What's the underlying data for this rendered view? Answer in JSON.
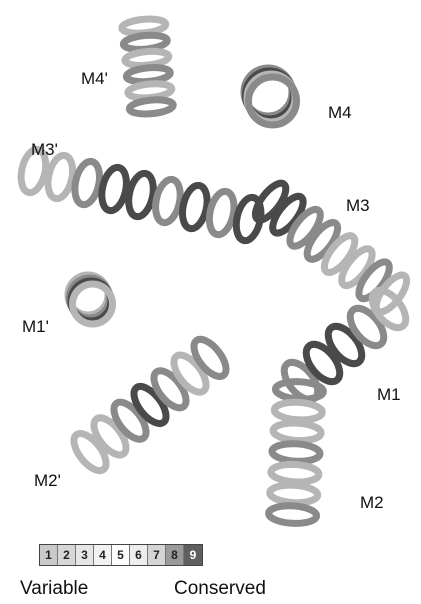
{
  "helix_labels": {
    "m4_prime": "M4'",
    "m4": "M4",
    "m3_prime": "M3'",
    "m3": "M3",
    "m1_prime": "M1'",
    "m1": "M1",
    "m2_prime": "M2'",
    "m2": "M2"
  },
  "scale": {
    "cells": [
      {
        "label": "1",
        "color": "#c9c9c9",
        "text_color": "#222222"
      },
      {
        "label": "2",
        "color": "#d7d7d7",
        "text_color": "#222222"
      },
      {
        "label": "3",
        "color": "#e6e6e6",
        "text_color": "#222222"
      },
      {
        "label": "4",
        "color": "#f2f2f2",
        "text_color": "#222222"
      },
      {
        "label": "5",
        "color": "#ffffff",
        "text_color": "#222222"
      },
      {
        "label": "6",
        "color": "#eeeeee",
        "text_color": "#222222"
      },
      {
        "label": "7",
        "color": "#d5d5d5",
        "text_color": "#222222"
      },
      {
        "label": "8",
        "color": "#9a9a9a",
        "text_color": "#222222"
      },
      {
        "label": "9",
        "color": "#5f5f5f",
        "text_color": "#ffffff"
      }
    ],
    "min_label": "Variable",
    "max_label": "Conserved"
  },
  "colors": {
    "helix_light": "#b5b5b5",
    "helix_mid": "#8a8a8a",
    "helix_dark": "#4a4a4a",
    "helix_outline": "#3a3a3a"
  }
}
